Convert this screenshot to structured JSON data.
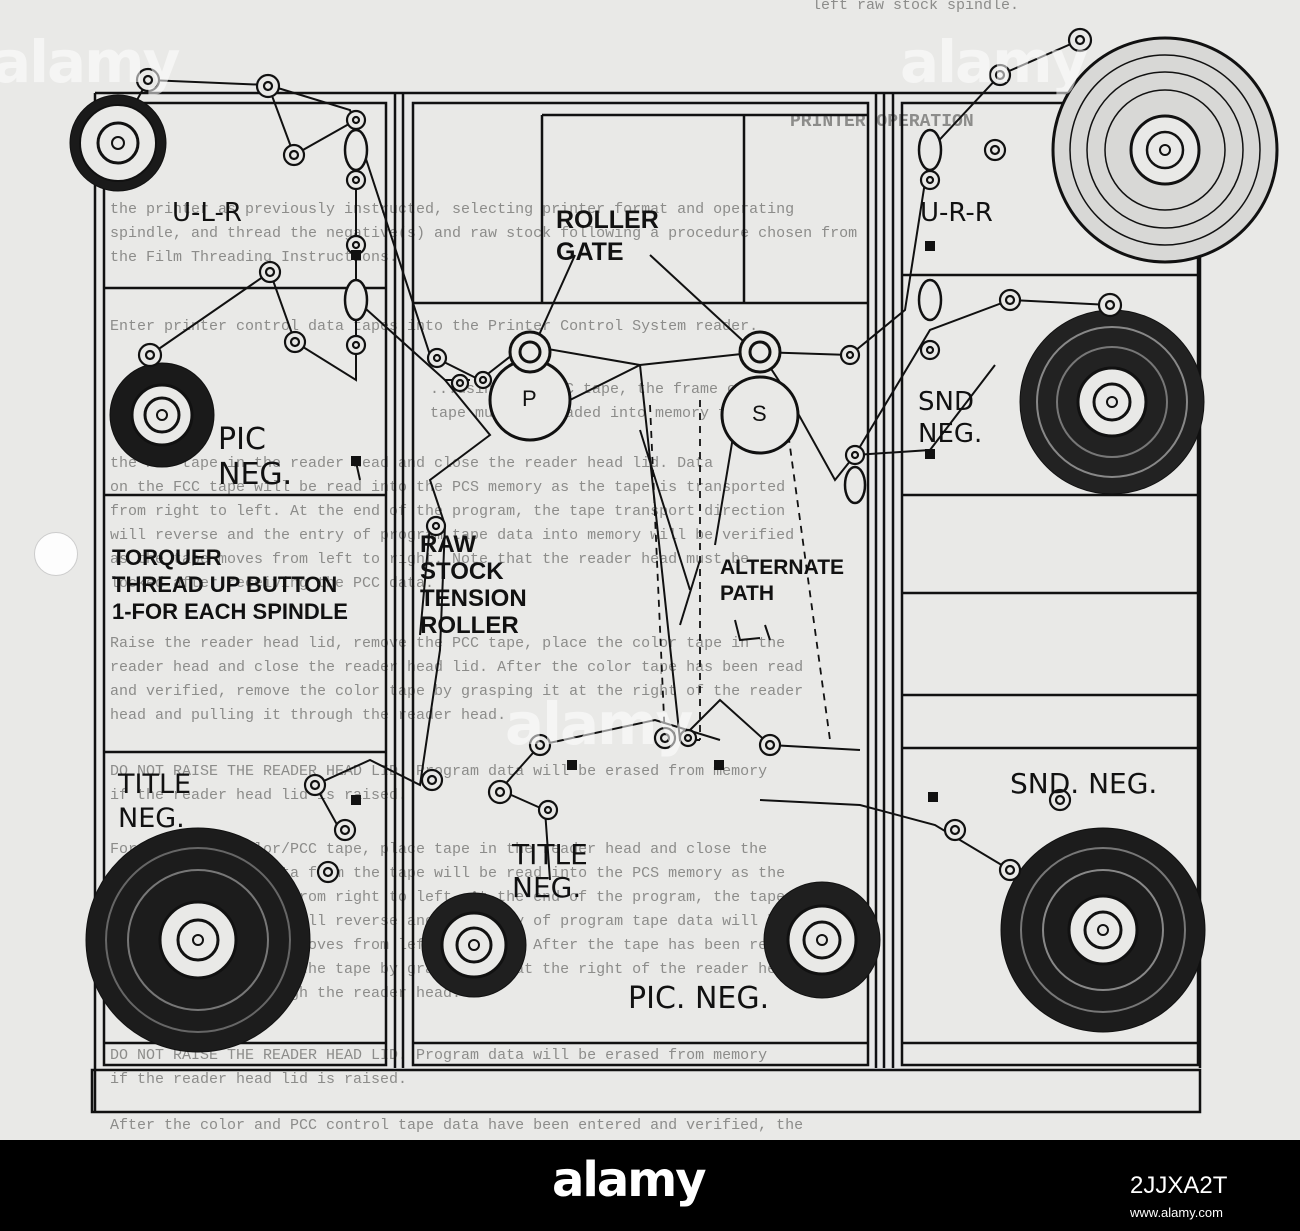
{
  "labels": {
    "ulr": "U-L-R",
    "urr": "U-R-R",
    "roller_gate": "ROLLER\nGATE",
    "pic_neg_left": "PIC\nNEG.",
    "snd_neg_upper": "SND\nNEG.",
    "torquer": "TORQUER\nTHREAD UP BUTTON\n1-FOR EACH SPINDLE",
    "raw_stock": "RAW\nSTOCK\nTENSION\nROLLER",
    "alternate_path": "ALTERNATE\nPATH",
    "title_neg_left": "TITLE\nNEG.",
    "title_neg_center": "TITLE\nNEG.",
    "snd_neg_lower": "SND. NEG.",
    "pic_neg_bottom": "PIC. NEG.",
    "roller_p": "P",
    "roller_s": "S"
  },
  "background_text": {
    "line_top": "left raw stock spindle.",
    "heading": "PRINTER OPERATION",
    "para1": "the printer as previously instructed, selecting printer format and operating\nspindle, and thread the negative(s) and raw stock following a procedure chosen from\nthe Film Threading Instructions.",
    "para2": "Enter printer control data tapes into the Printer Control System reader.",
    "para3": "...using the PCC tape, the frame count\ntape must be loaded into memory first.",
    "para4": "the PCC tape in the reader head and close the reader head lid. Data\non the FCC tape will be read into the PCS memory as the tape is transported\nfrom right to left. At the end of the program, the tape transport direction\nwill reverse and the entry of program tape data into memory will be verified\nas the tape moves from left to right. Note that the reader head must be\nlocked after receiving the PCC data.",
    "para5": "Raise the reader head lid, remove the PCC tape, place the color tape in the\nreader head and close the reader head lid. After the color tape has been read\nand verified, remove the color tape by grasping it at the right of the reader\nhead and pulling it through the reader head.",
    "para6": "DO NOT RAISE THE READER HEAD LID. Program data will be erased from memory\nif the reader head lid is raised.",
    "para7": "For composite color/PCC tape, place tape in the reader head and close the\nreader head lid. Data from the tape will be read into the PCS memory as the\ntape is transported from right to left. At the end of the program, the tape\ntransport direction will reverse and the entry of program tape data will be\nverified as the tape moves from left to right. After the tape has been read\nand verified, remove the tape by grasping it at the right of the reader head\nand pulling it through the reader head.",
    "para8": "DO NOT RAISE THE READER HEAD LID. Program data will be erased from memory\nif the reader head lid is raised.",
    "para9": "After the color and PCC control tape data have been entered and verified, the"
  },
  "footer": {
    "logo": "alamy",
    "image_id": "2JJXA2T",
    "url": "www.alamy.com"
  },
  "colors": {
    "paper": "#e9e9e7",
    "ink": "#111111",
    "footer": "#000000"
  }
}
